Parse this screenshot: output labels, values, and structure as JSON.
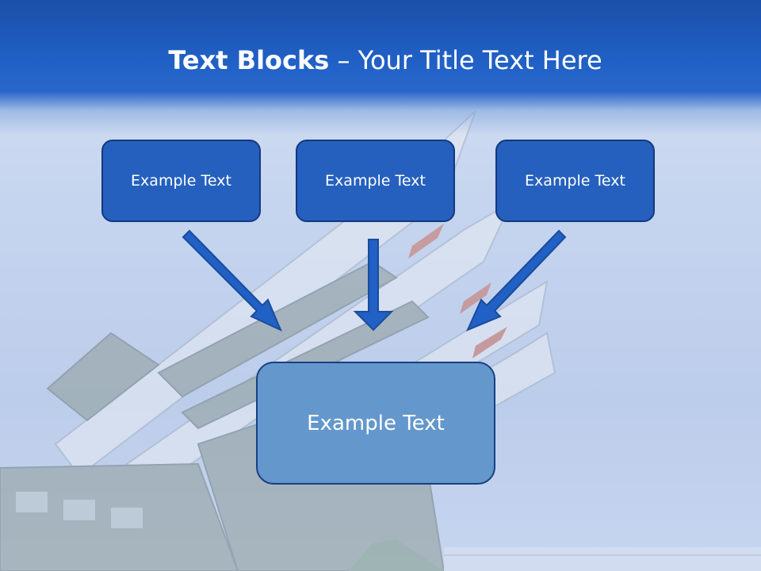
{
  "slide": {
    "title_bold": "Text Blocks",
    "title_dash": " – ",
    "title_rest": "Your Title Text Here"
  },
  "blocks": [
    {
      "label": "Example Text"
    },
    {
      "label": "Example Text"
    },
    {
      "label": "Example Text"
    }
  ],
  "result_block": {
    "label": "Example Text"
  },
  "colors": {
    "header": "#2060c6",
    "block_fill": "#2560be",
    "block_border": "#13397e",
    "result_fill": "#6497cc",
    "arrow": "#2160c4",
    "background": "#c6d5ef"
  },
  "icons": {
    "background_picture": "missile-launcher-photo",
    "arrows": [
      "arrow-down-right-icon",
      "arrow-down-icon",
      "arrow-down-left-icon"
    ]
  }
}
